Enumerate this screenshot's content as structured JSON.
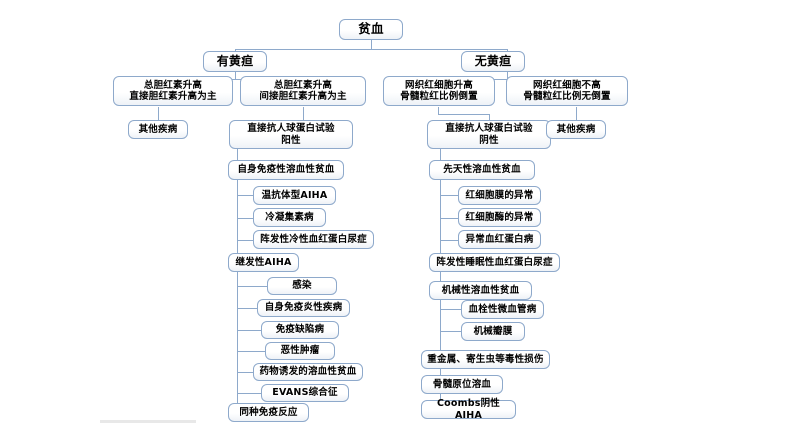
{
  "diagram": {
    "title_node": "贫血",
    "type": "flowchart-tree",
    "nodes": {
      "root": "贫血",
      "jaundice_yes": "有黄疸",
      "jaundice_no": "无黄疸",
      "tbil_direct": "总胆红素升高\n直接胆红素升高为主",
      "tbil_indirect": "总胆红素升高\n间接胆红素升高为主",
      "retic_high": "网织红细胞升高\n骨髓粒红比例倒置",
      "retic_normal": "网织红细胞不高\n骨髓粒红比例无倒置",
      "other_disease_left": "其他疾病",
      "other_disease_right": "其他疾病",
      "coombs_positive": "直接抗人球蛋白试验\n阳性",
      "coombs_negative": "直接抗人球蛋白试验\n阴性",
      "aiha": "自身免疫性溶血性贫血",
      "warm_aiha": "温抗体型AIHA",
      "cold_agglutinin": "冷凝集素病",
      "pch": "阵发性冷性血红蛋白尿症",
      "secondary_aiha": "继发性AIHA",
      "infection": "感染",
      "autoimmune_inflammatory": "自身免疫炎性疾病",
      "immunodeficiency": "免疫缺陷病",
      "malignancy": "恶性肿瘤",
      "drug_induced": "药物诱发的溶血性贫血",
      "evans": "EVANS综合征",
      "alloimmune": "同种免疫反应",
      "congenital_hemolytic": "先天性溶血性贫血",
      "membrane_abnormality": "红细胞膜的异常",
      "enzyme_abnormality": "红细胞酶的异常",
      "hemoglobinopathy": "异常血红蛋白病",
      "pnh": "阵发性睡眠性血红蛋白尿症",
      "mechanical_hemolytic": "机械性溶血性贫血",
      "tma": "血栓性微血管病",
      "mechanical_valve": "机械瓣膜",
      "toxic_injury": "重金属、寄生虫等毒性损伤",
      "intramedullary_hemolysis": "骨髓原位溶血",
      "coombs_negative_aiha": "Coombs阴性AIHA"
    },
    "colors": {
      "border": "#8ea9cb",
      "connector": "#8ea9cb",
      "fill_top": "#ffffff",
      "fill_bottom": "#eef2f7",
      "text": "#000000",
      "footer_rule": "#e8e8e8"
    }
  }
}
